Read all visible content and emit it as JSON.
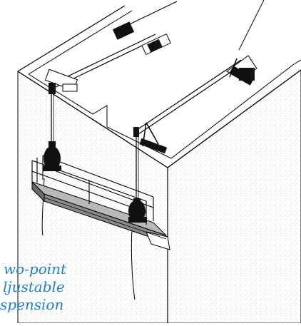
{
  "caption": {
    "line1": "wo-point",
    "line2": "ljustable",
    "line3": "spension"
  },
  "colors": {
    "caption": "#1f7fc8",
    "line": "#000000",
    "stipple": "#9a9a9a"
  }
}
